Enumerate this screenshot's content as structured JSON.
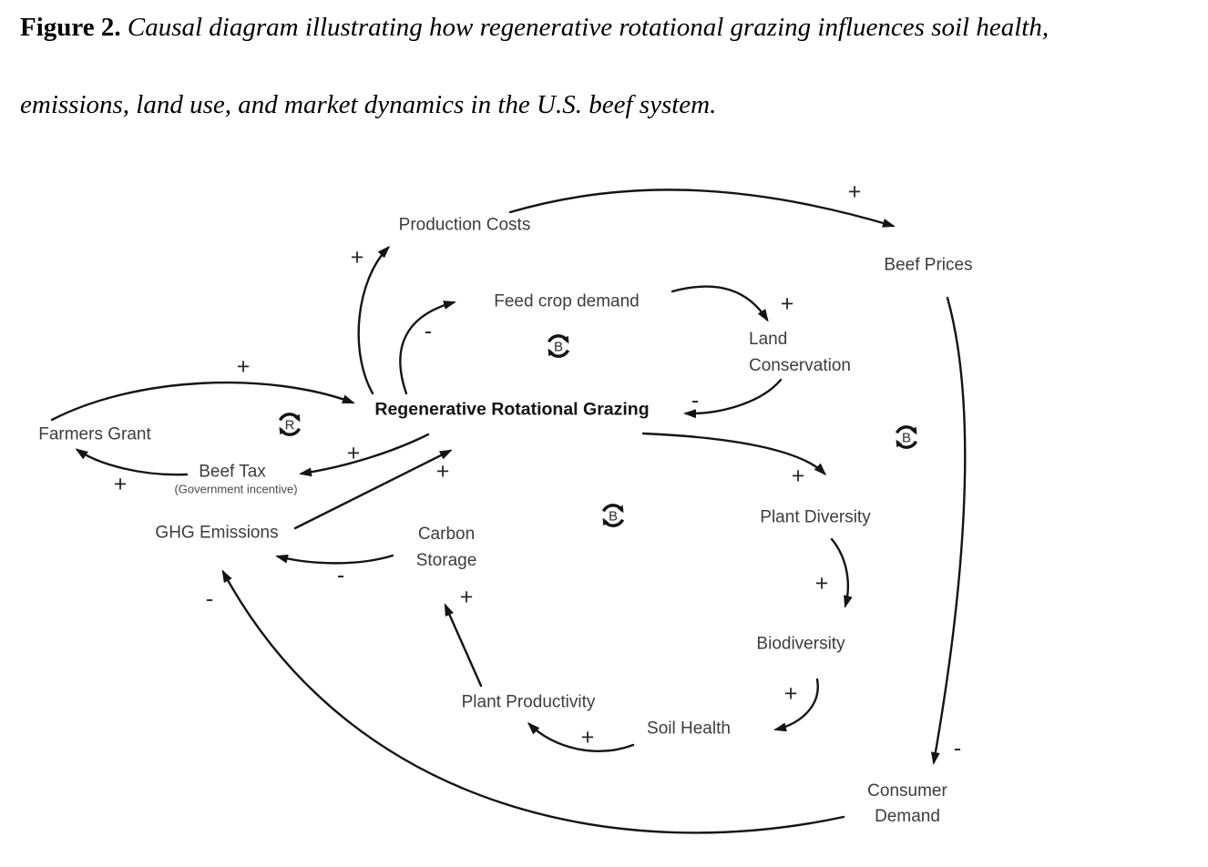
{
  "caption": {
    "prefix": "Figure 2.",
    "line1": " Causal diagram illustrating how regenerative rotational grazing influences soil health,",
    "line2": "emissions, land use, and market dynamics in the U.S. beef system."
  },
  "nodes": {
    "production_costs": {
      "label": "Production Costs"
    },
    "beef_prices": {
      "label": "Beef Prices"
    },
    "feed_crop_demand": {
      "label": "Feed crop demand"
    },
    "land_conservation": {
      "label": "Land Conservation"
    },
    "rrg": {
      "label": "Regenerative Rotational Grazing"
    },
    "farmers_grant": {
      "label": "Farmers Grant"
    },
    "beef_tax": {
      "label": "Beef Tax",
      "sublabel": "(Government incentive)"
    },
    "ghg_emissions": {
      "label": "GHG Emissions"
    },
    "carbon_storage": {
      "label": "Carbon Storage"
    },
    "plant_diversity": {
      "label": "Plant Diversity"
    },
    "biodiversity": {
      "label": "Biodiversity"
    },
    "plant_productivity": {
      "label": "Plant Productivity"
    },
    "soil_health": {
      "label": "Soil Health"
    },
    "consumer_demand": {
      "label": "Consumer Demand"
    }
  },
  "loops": [
    {
      "id": "R1",
      "label": "R",
      "type": "reinforcing"
    },
    {
      "id": "B1",
      "label": "B",
      "type": "balancing"
    },
    {
      "id": "B2",
      "label": "B",
      "type": "balancing"
    },
    {
      "id": "B3",
      "label": "B",
      "type": "balancing"
    }
  ],
  "links": [
    {
      "from": "rrg",
      "to": "production_costs",
      "sign": "+"
    },
    {
      "from": "production_costs",
      "to": "beef_prices",
      "sign": "+"
    },
    {
      "from": "rrg",
      "to": "feed_crop_demand",
      "sign": "-"
    },
    {
      "from": "feed_crop_demand",
      "to": "land_conservation",
      "sign": "+"
    },
    {
      "from": "land_conservation",
      "to": "rrg",
      "sign": "-"
    },
    {
      "from": "farmers_grant",
      "to": "rrg",
      "sign": "+"
    },
    {
      "from": "beef_tax",
      "to": "farmers_grant",
      "sign": "+"
    },
    {
      "from": "rrg",
      "to": "beef_tax",
      "sign": "+"
    },
    {
      "from": "ghg_emissions",
      "to": "rrg",
      "sign": "+"
    },
    {
      "from": "carbon_storage",
      "to": "ghg_emissions",
      "sign": "-"
    },
    {
      "from": "plant_productivity",
      "to": "carbon_storage",
      "sign": "+"
    },
    {
      "from": "soil_health",
      "to": "plant_productivity",
      "sign": "+"
    },
    {
      "from": "biodiversity",
      "to": "soil_health",
      "sign": "+"
    },
    {
      "from": "plant_diversity",
      "to": "biodiversity",
      "sign": "+"
    },
    {
      "from": "rrg",
      "to": "plant_diversity",
      "sign": "+"
    },
    {
      "from": "beef_prices",
      "to": "consumer_demand",
      "sign": "-"
    },
    {
      "from": "consumer_demand",
      "to": "ghg_emissions",
      "sign": "-"
    }
  ]
}
